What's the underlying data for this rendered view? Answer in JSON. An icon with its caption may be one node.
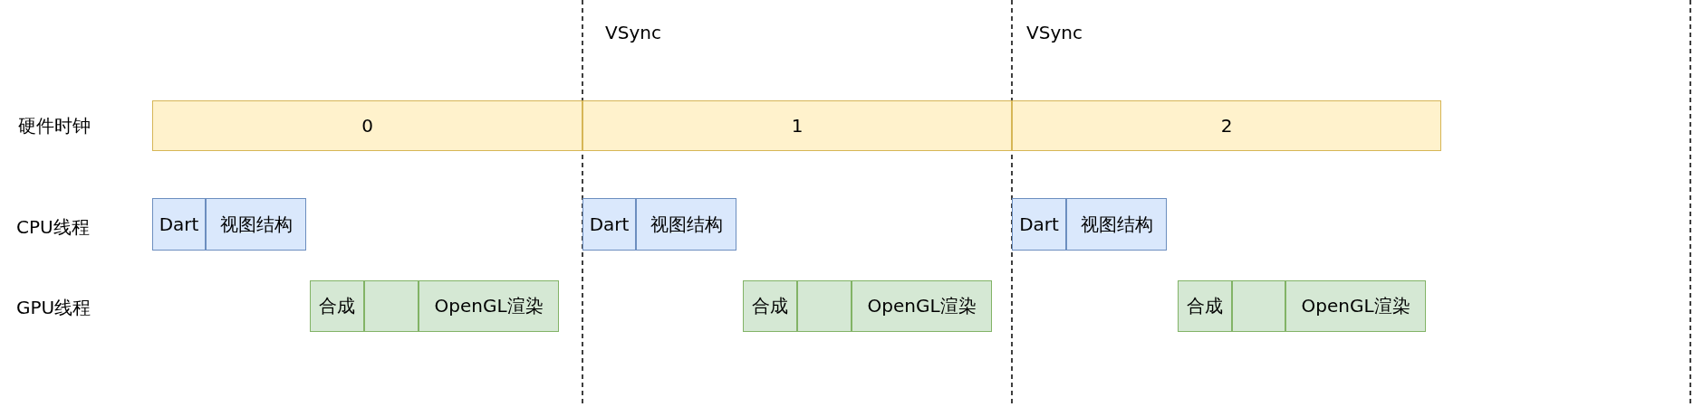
{
  "diagram": {
    "nodes": [
      {
        "text": [
          "0"
        ]
      },
      {
        "text": [
          "1"
        ]
      },
      {
        "text": [
          "2"
        ]
      },
      {
        "text": [
          "Dart"
        ]
      },
      {
        "text": [
          "视图结构"
        ]
      },
      {
        "text": [
          "Dart"
        ]
      },
      {
        "text": [
          "视图结构"
        ]
      },
      {
        "text": [
          "Dart"
        ]
      },
      {
        "text": [
          "视图结构"
        ]
      },
      {
        "text": [
          "合成"
        ]
      },
      {
        "text": [],
        "shape": "box"
      },
      {
        "text": [
          "OpenGL渲染"
        ]
      },
      {
        "text": [
          "合成"
        ]
      },
      {
        "text": [],
        "shape": "box"
      },
      {
        "text": [
          "OpenGL渲染"
        ]
      },
      {
        "text": [
          "合成"
        ]
      },
      {
        "text": [],
        "shape": "box"
      },
      {
        "text": [
          "OpenGL渲染"
        ]
      }
    ],
    "labels": [
      "VSync",
      "VSync",
      "硬件时钟",
      "CPU线程",
      "GPU线程"
    ]
  }
}
